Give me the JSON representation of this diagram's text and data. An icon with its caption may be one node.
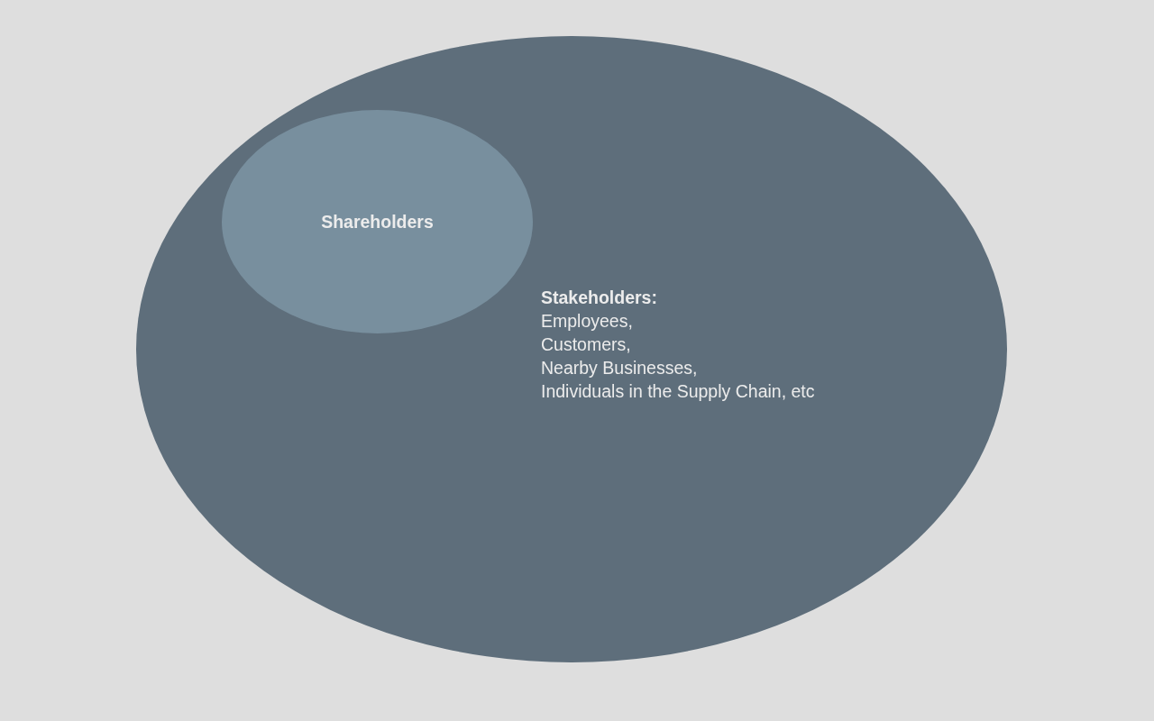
{
  "diagram": {
    "nodes": [
      {
        "text": [
          "Stakeholders:",
          "Employees,",
          "Customers,",
          "Nearby Businesses,",
          "Individuals in the Supply Chain, etc"
        ]
      },
      {
        "text": [
          "Shareholders"
        ],
        "in": 0
      }
    ]
  }
}
